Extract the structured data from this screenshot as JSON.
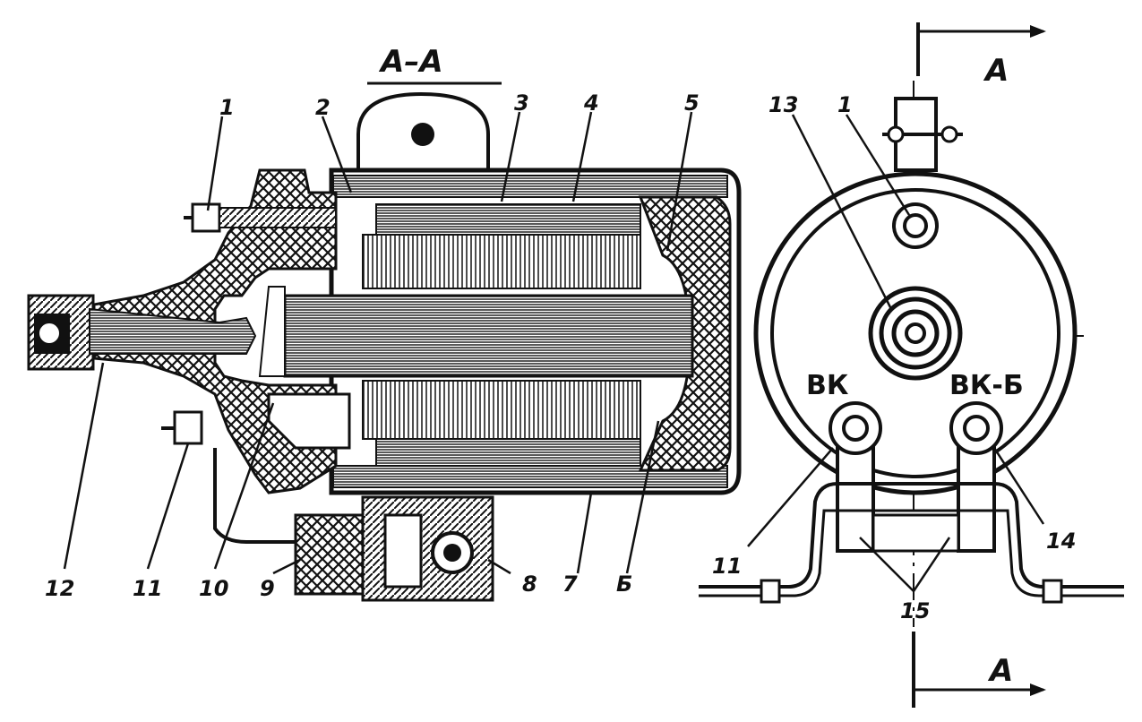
{
  "section_title": "А–А",
  "cut_line_label_top": "А",
  "cut_line_label_bottom": "А",
  "terminal_left": "ВК",
  "terminal_right": "ВК-Б",
  "callouts": {
    "c1": "1",
    "c2": "2",
    "c3": "3",
    "c4": "4",
    "c5": "5",
    "c6": "Б",
    "c7": "7",
    "c8": "8",
    "c9": "9",
    "c10": "10",
    "c11": "11",
    "c12": "12",
    "c13": "13",
    "c1r": "1",
    "c11r": "11",
    "c14": "14",
    "c15": "15"
  },
  "colors": {
    "ink": "#111111",
    "paper": "#ffffff",
    "hatch": "#222222"
  }
}
